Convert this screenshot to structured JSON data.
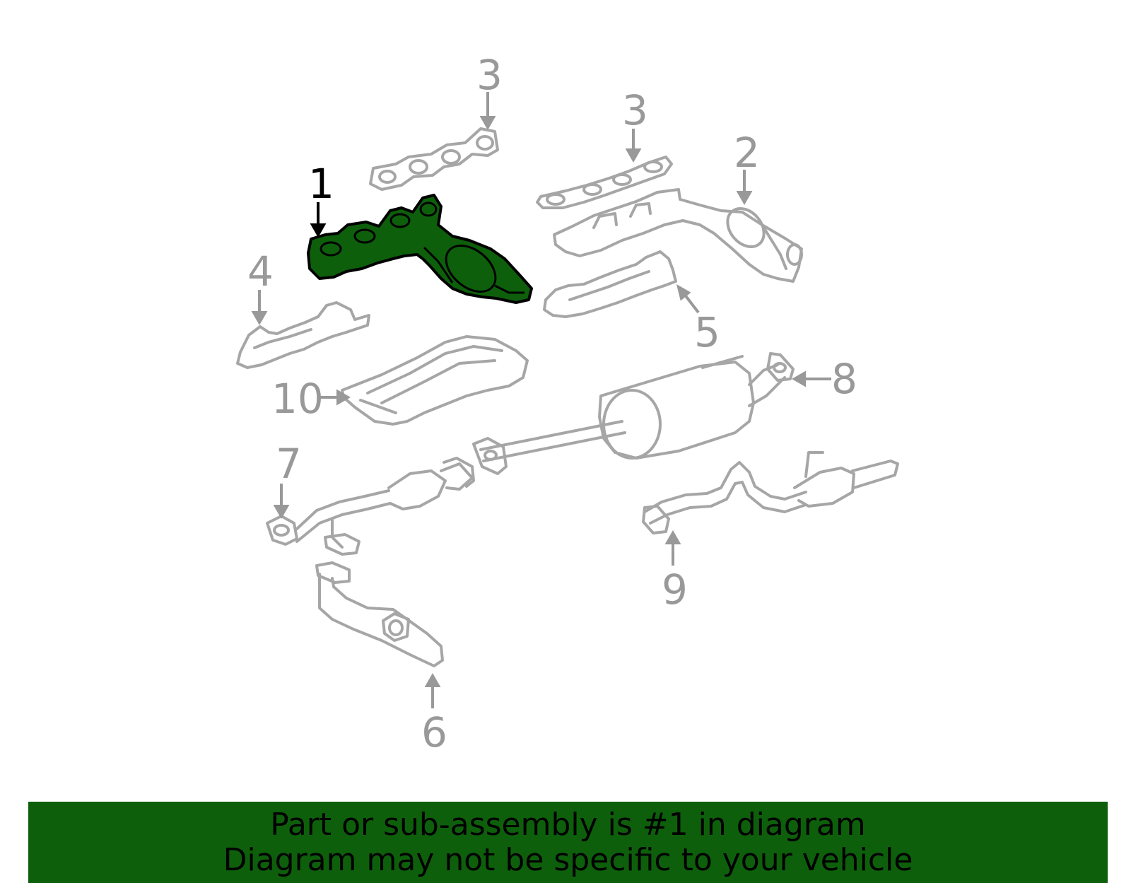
{
  "colors": {
    "highlight_fill": "#0e5f0b",
    "highlight_outline": "#000000",
    "part_outline": "#a6a6a6",
    "label_gray": "#999999",
    "banner_bg": "#0e5f0b"
  },
  "callouts": {
    "c1": "1",
    "c2": "2",
    "c3a": "3",
    "c3b": "3",
    "c4": "4",
    "c5": "5",
    "c6": "6",
    "c7": "7",
    "c8": "8",
    "c9": "9",
    "c10": "10"
  },
  "highlighted_part": "1",
  "banner": {
    "line1": "Part or sub-assembly is #1 in diagram",
    "line2": "Diagram may not be specific to your vehicle"
  }
}
